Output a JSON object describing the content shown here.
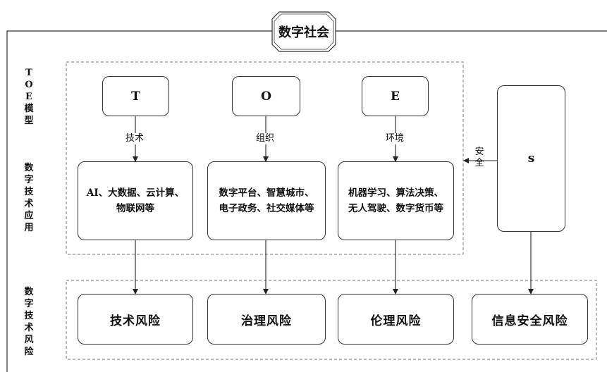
{
  "title": "数字社会",
  "side_labels": {
    "toe": [
      "T",
      "O",
      "E",
      "模",
      "型"
    ],
    "application": [
      "数",
      "字",
      "技",
      "术",
      "应",
      "用"
    ],
    "risk": [
      "数",
      "字",
      "技",
      "术",
      "风",
      "险"
    ]
  },
  "toe_boxes": [
    {
      "letter": "T",
      "edge_label": "技术",
      "application": [
        "AI、大数据、云计算、",
        "物联网等"
      ],
      "risk": "技术风险"
    },
    {
      "letter": "O",
      "edge_label": "组织",
      "application": [
        "数字平台、智慧城市、",
        "电子政务、社交媒体等"
      ],
      "risk": "治理风险"
    },
    {
      "letter": "E",
      "edge_label": "环境",
      "application": [
        "机器学习、算法决策、",
        "无人驾驶、数字货币等"
      ],
      "risk": "伦理风险"
    }
  ],
  "s_box": {
    "letter": "s",
    "edge_label": [
      "安",
      "全"
    ],
    "risk": "信息安全风险"
  }
}
